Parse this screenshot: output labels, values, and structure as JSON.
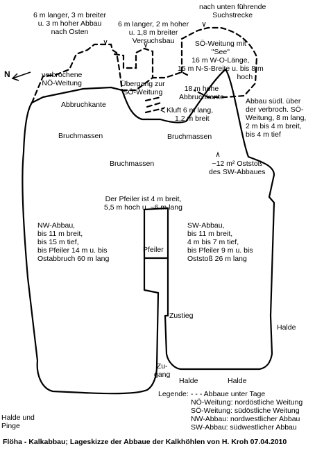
{
  "labels": {
    "abbau_osten": [
      "6 m langer, 3 m breiter",
      "u. 3 m hoher Abbau",
      "nach Osten"
    ],
    "suchstrecke": [
      "nach unten führende",
      "Suchstrecke"
    ],
    "versuchsbau": [
      "6 m langer, 2 m hoher",
      "u. 1,8 m breiter",
      "Versuchsbau"
    ],
    "soe_weitung": [
      "SÖ-Weitung mit",
      "\"See\"",
      "16 m W-O-Länge,",
      "15 m N-S-Breite u. bis 8 m",
      "hoch"
    ],
    "north": "N",
    "noe_weitung": [
      "verbrochene",
      "NÖ-Weitung"
    ],
    "uebergang": [
      "Übergang zur",
      "SÖ-Weitung"
    ],
    "abbruchkante_left": "Abbruchkante",
    "abbruchkante_18": [
      "18 m hohe",
      "Abbruchkante"
    ],
    "kluft": [
      "Kluft 6 m lang,",
      "1,2 m breit"
    ],
    "abbau_suedl": [
      "Abbau südl. über",
      "der verbroch. SÖ-",
      "Weitung, 8 m lang,",
      "2 m bis 4 m breit,",
      "bis 4 m tief"
    ],
    "bruchmassen_1": "Bruchmassen",
    "bruchmassen_2": "Bruchmassen",
    "bruchmassen_3": "Bruchmassen",
    "oststoss": [
      "~12 m² Oststoß",
      "des SW-Abbaues"
    ],
    "pfeiler_info": [
      "Der Pfeiler ist 4 m breit,",
      "5,5 m hoch u. ~6 m lang"
    ],
    "nw_abbau": [
      "NW-Abbau,",
      "bis 11 m breit,",
      "bis 15 m tief,",
      "bis Pfeiler 14 m u. bis",
      "Ostabbruch 60 m lang"
    ],
    "sw_abbau": [
      "SW-Abbau,",
      "bis 11 m breit,",
      "4 m bis 7 m tief,",
      "bis Pfeiler 9 m u. bis",
      "Oststoß 26 m lang"
    ],
    "pfeiler": "Pfeiler",
    "zustieg": "Zustieg",
    "halde_right": "Halde",
    "zugang": [
      "Zu-",
      "gang"
    ],
    "halde_bottom_1": "Halde",
    "halde_bottom_2": "Halde",
    "halde_pinge": [
      "Halde und",
      "Pinge"
    ]
  },
  "legend": {
    "title": "Legende:",
    "lines": [
      "- - - Abbaue unter Tage",
      "NÖ-Weitung: nordöstliche Weitung",
      "SÖ-Weitung: südöstliche Weitung",
      "NW-Abbau: nordwestlicher Abbau",
      "SW-Abbau: südwestlicher Abbau"
    ]
  },
  "caption": "Flöha - Kalkabbau; Lageskizze der Abbaue der Kalkhöhlen von H. Kroh 07.04.2010"
}
